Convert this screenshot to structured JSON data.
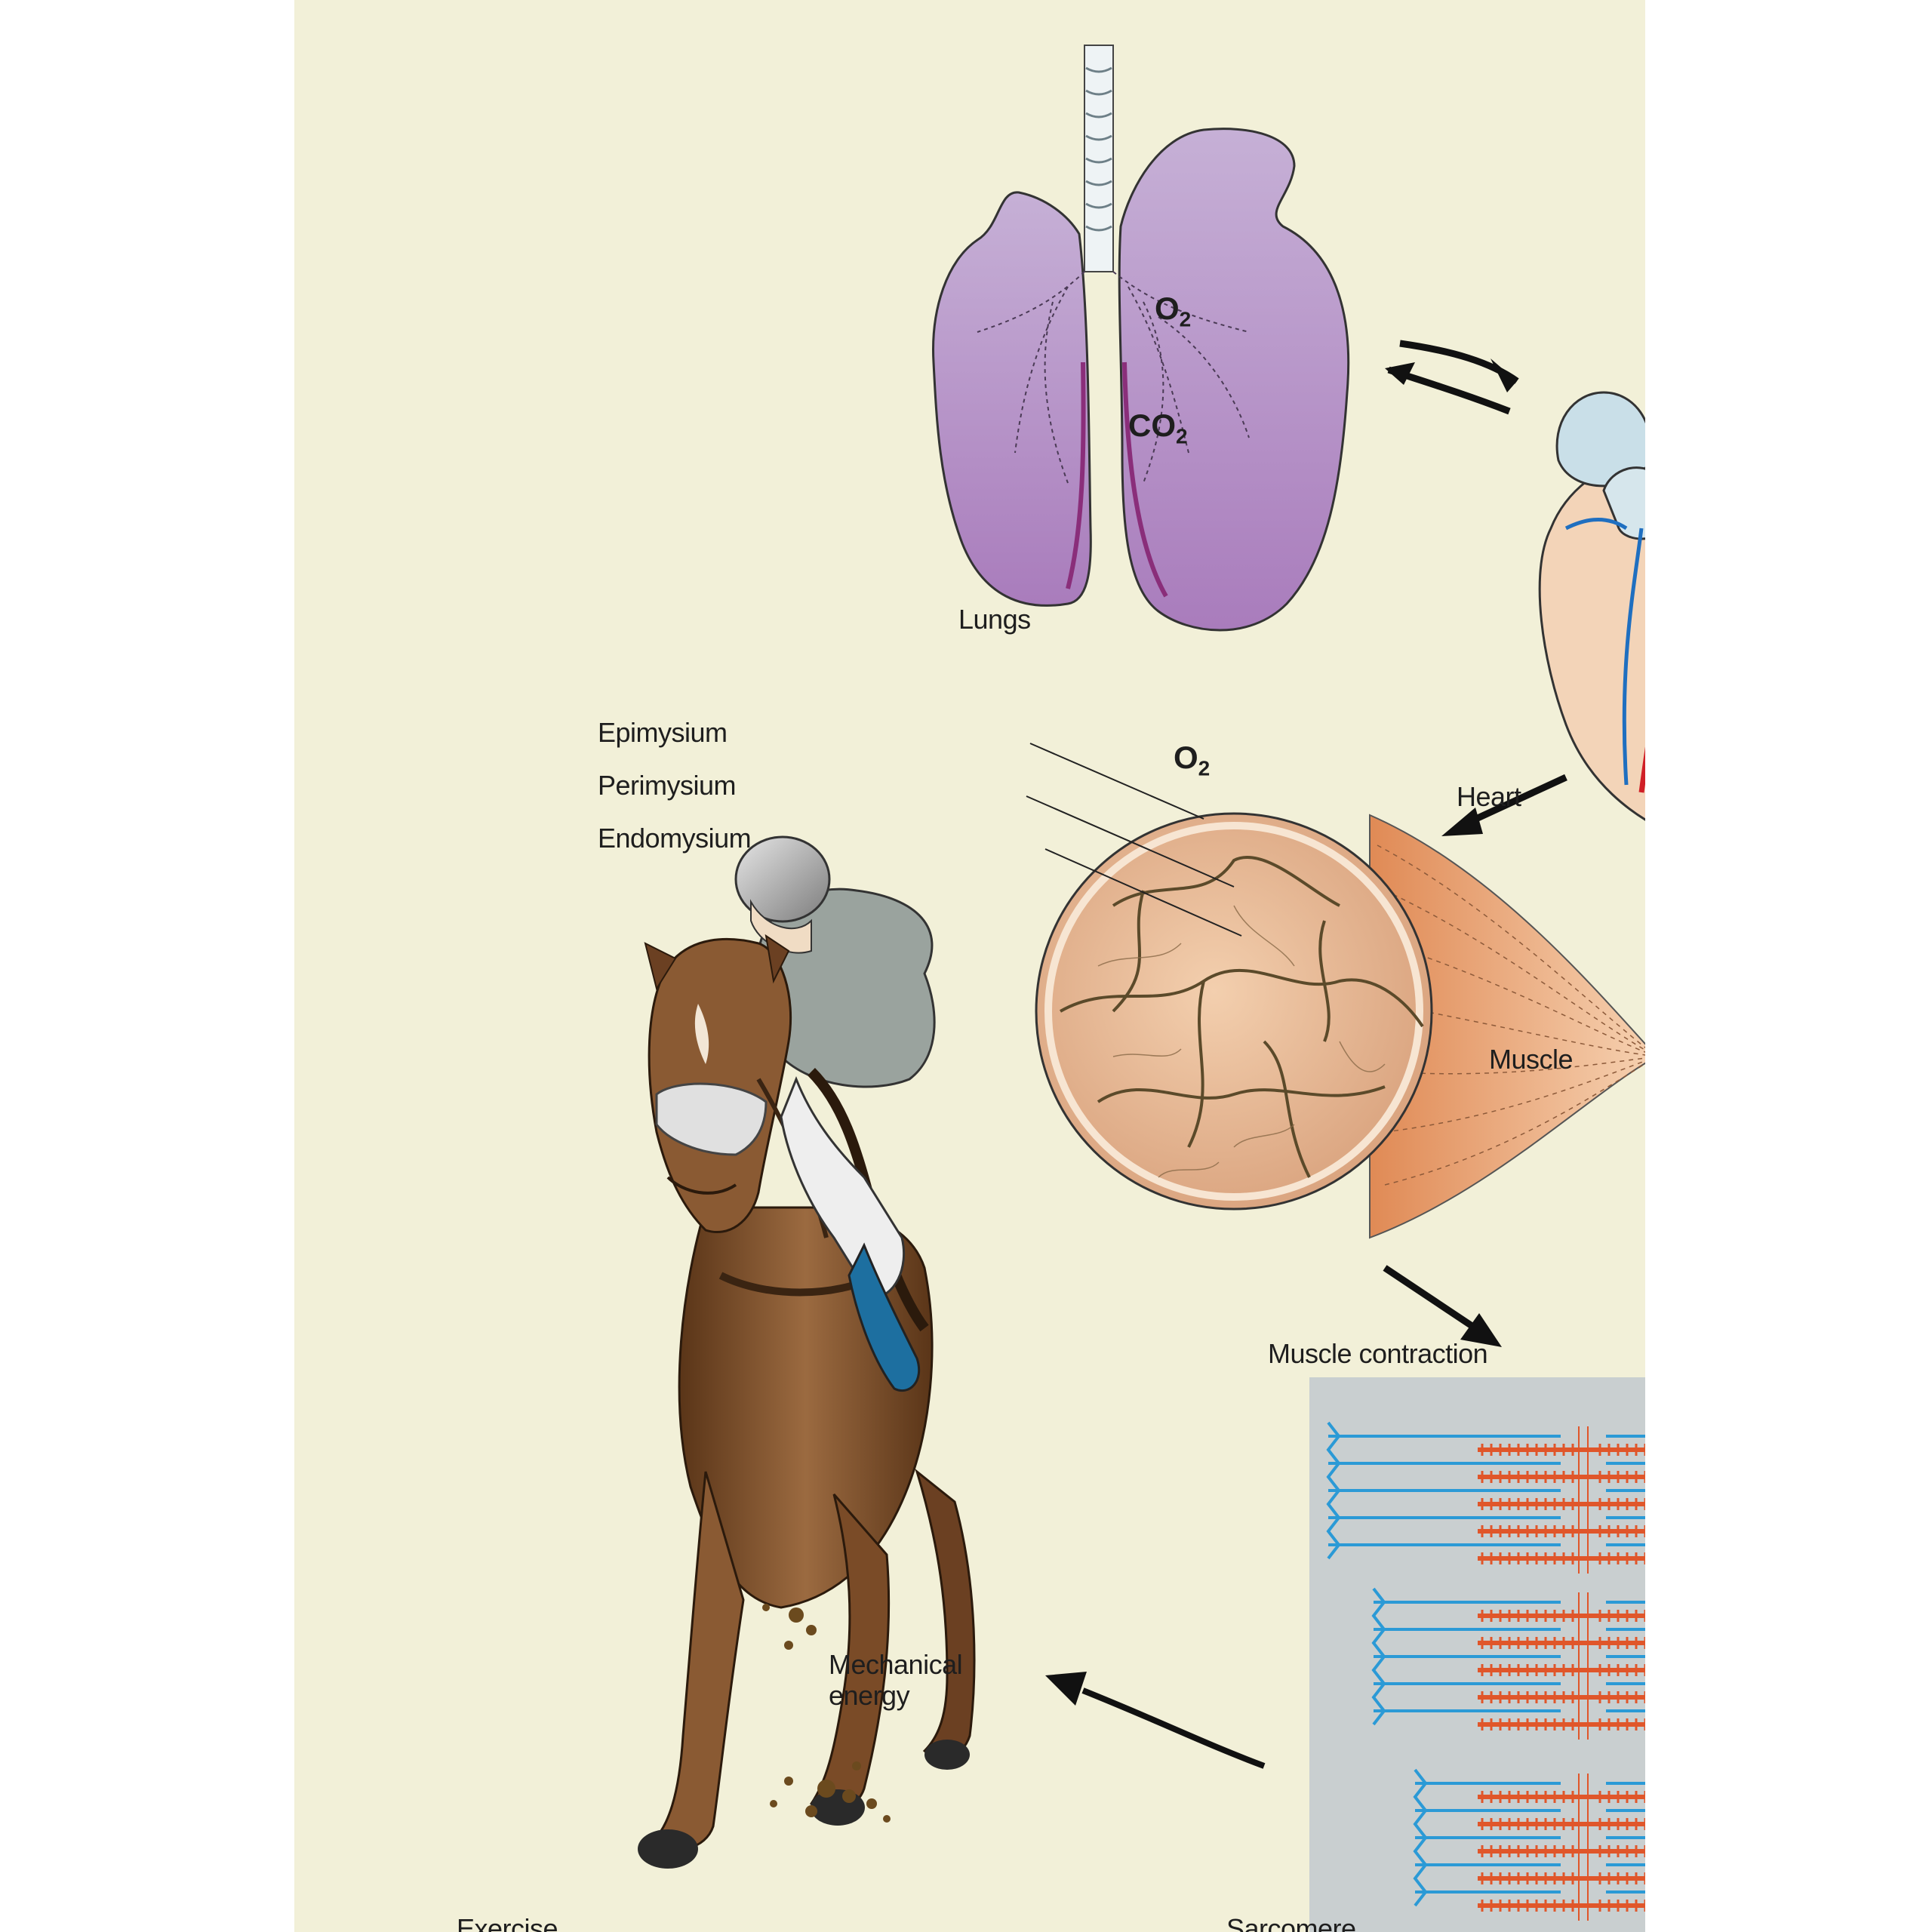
{
  "labels": {
    "lungs": "Lungs",
    "heart": "Heart",
    "epimysium": "Epimysium",
    "perimysium": "Perimysium",
    "endomysium": "Endomysium",
    "muscle": "Muscle",
    "muscle_contraction": "Muscle contraction",
    "mechanical_energy_line1": "Mechanical",
    "mechanical_energy_line2": "energy",
    "exercise": "Exercise",
    "sarcomere": "Sarcomere"
  },
  "gases": {
    "o2_top": {
      "base": "O",
      "sub": "2"
    },
    "co2": {
      "base": "CO",
      "sub": "2"
    },
    "o2_heart": {
      "base": "O",
      "sub": "2"
    }
  },
  "colors": {
    "background": "#f2f0d8",
    "lungs": "#b993c8",
    "heart": "#f3d4b8",
    "muscle": "#e9a677",
    "sarcomere_panel": "#c9cfd0",
    "actin": "#2b9ad6",
    "myosin": "#e0562a",
    "horse": "#8a5a33"
  }
}
